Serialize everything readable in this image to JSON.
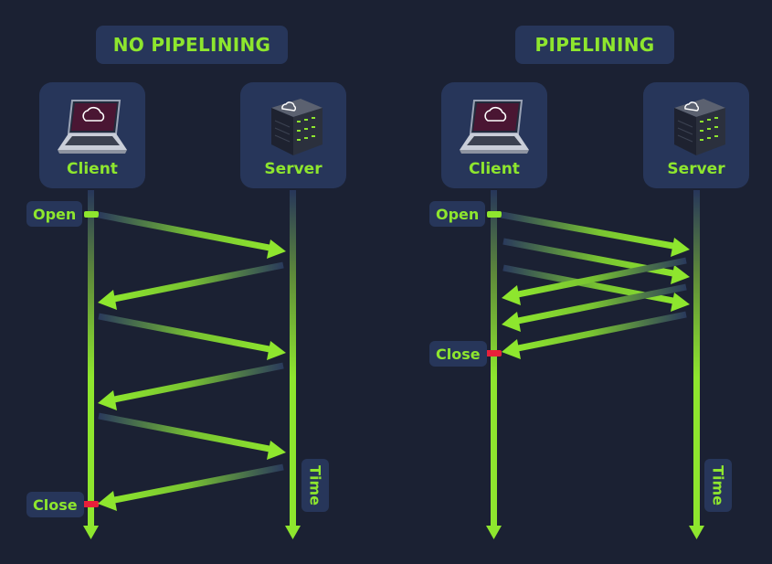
{
  "colors": {
    "background": "#1b2133",
    "box": "#27365a",
    "accent": "#8ee62e",
    "close_marker": "#e8203a"
  },
  "no_pipelining": {
    "title": "NO PIPELINING",
    "client": {
      "label": "Client",
      "icon": "laptop-icon"
    },
    "server": {
      "label": "Server",
      "icon": "server-icon"
    },
    "open_label": "Open",
    "close_label": "Close",
    "time_label": "Time",
    "messages": [
      {
        "from": "client",
        "to": "server",
        "kind": "request"
      },
      {
        "from": "server",
        "to": "client",
        "kind": "response"
      },
      {
        "from": "client",
        "to": "server",
        "kind": "request"
      },
      {
        "from": "server",
        "to": "client",
        "kind": "response"
      },
      {
        "from": "client",
        "to": "server",
        "kind": "request"
      },
      {
        "from": "server",
        "to": "client",
        "kind": "response"
      }
    ]
  },
  "pipelining": {
    "title": "PIPELINING",
    "client": {
      "label": "Client",
      "icon": "laptop-icon"
    },
    "server": {
      "label": "Server",
      "icon": "server-icon"
    },
    "open_label": "Open",
    "close_label": "Close",
    "time_label": "Time",
    "messages": [
      {
        "from": "client",
        "to": "server",
        "kind": "request"
      },
      {
        "from": "client",
        "to": "server",
        "kind": "request"
      },
      {
        "from": "client",
        "to": "server",
        "kind": "request"
      },
      {
        "from": "server",
        "to": "client",
        "kind": "response"
      },
      {
        "from": "server",
        "to": "client",
        "kind": "response"
      },
      {
        "from": "server",
        "to": "client",
        "kind": "response"
      }
    ]
  }
}
